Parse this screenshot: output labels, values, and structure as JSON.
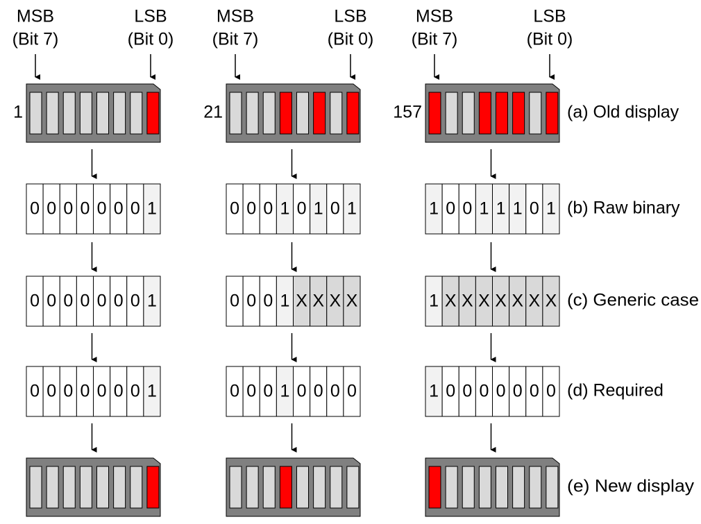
{
  "colors": {
    "led_on": "#ff0000",
    "led_off": "#d9d9d9",
    "display_body": "#808080",
    "cell_zero": "#ffffff",
    "cell_one": "#f2f2f2",
    "cell_x": "#d9d9d9",
    "stroke": "#000000"
  },
  "header": {
    "msb": "MSB",
    "msb_sub": "(Bit 7)",
    "lsb": "LSB",
    "lsb_sub": "(Bit 0)"
  },
  "row_labels": {
    "a": "(a) Old display",
    "b": "(b) Raw binary",
    "c": "(c) Generic case",
    "d": "(d) Required",
    "e": "(e) New display"
  },
  "examples": [
    {
      "value": "1",
      "old_display": [
        0,
        0,
        0,
        0,
        0,
        0,
        0,
        1
      ],
      "raw_binary": [
        "0",
        "0",
        "0",
        "0",
        "0",
        "0",
        "0",
        "1"
      ],
      "generic_case": [
        "0",
        "0",
        "0",
        "0",
        "0",
        "0",
        "0",
        "1"
      ],
      "required": [
        "0",
        "0",
        "0",
        "0",
        "0",
        "0",
        "0",
        "1"
      ],
      "new_display": [
        0,
        0,
        0,
        0,
        0,
        0,
        0,
        1
      ]
    },
    {
      "value": "21",
      "old_display": [
        0,
        0,
        0,
        1,
        0,
        1,
        0,
        1
      ],
      "raw_binary": [
        "0",
        "0",
        "0",
        "1",
        "0",
        "1",
        "0",
        "1"
      ],
      "generic_case": [
        "0",
        "0",
        "0",
        "1",
        "X",
        "X",
        "X",
        "X"
      ],
      "required": [
        "0",
        "0",
        "0",
        "1",
        "0",
        "0",
        "0",
        "0"
      ],
      "new_display": [
        0,
        0,
        0,
        1,
        0,
        0,
        0,
        0
      ]
    },
    {
      "value": "157",
      "old_display": [
        1,
        0,
        0,
        1,
        1,
        1,
        0,
        1
      ],
      "raw_binary": [
        "1",
        "0",
        "0",
        "1",
        "1",
        "1",
        "0",
        "1"
      ],
      "generic_case": [
        "1",
        "X",
        "X",
        "X",
        "X",
        "X",
        "X",
        "X"
      ],
      "required": [
        "1",
        "0",
        "0",
        "0",
        "0",
        "0",
        "0",
        "0"
      ],
      "new_display": [
        1,
        0,
        0,
        0,
        0,
        0,
        0,
        0
      ]
    }
  ]
}
